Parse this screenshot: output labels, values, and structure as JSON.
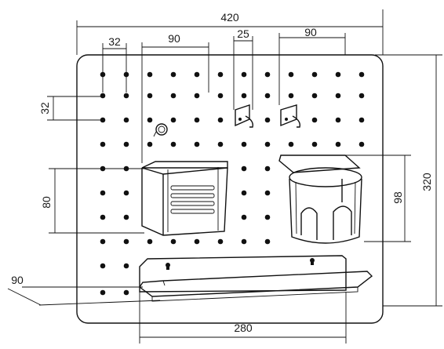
{
  "dimensions": {
    "overall_width": "420",
    "hole_pitch_horizontal": "32",
    "basket_width": "90",
    "hook_width": "25",
    "cup_holder_width": "90",
    "hole_pitch_vertical": "32",
    "basket_height": "80",
    "cup_holder_height": "98",
    "overall_height": "320",
    "shelf_depth": "90",
    "shelf_width": "280"
  }
}
